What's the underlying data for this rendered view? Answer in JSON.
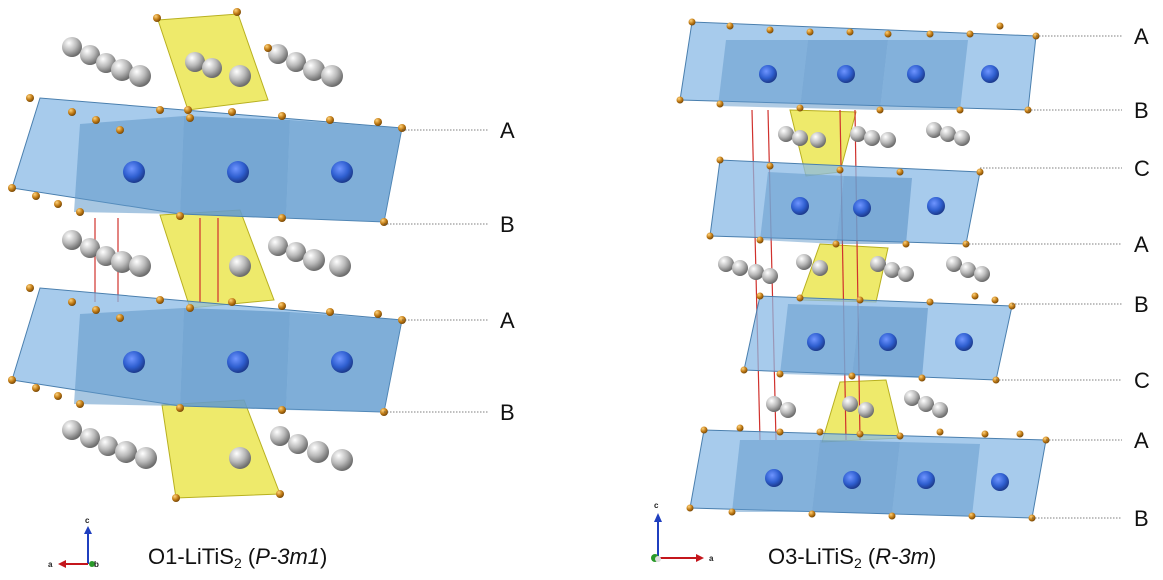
{
  "left_structure": {
    "caption": {
      "prefix": "O1-LiTiS",
      "sub": "2",
      "open": " (",
      "space_group": "P-3m1",
      "close": ")"
    },
    "stacking_labels": [
      "A",
      "B",
      "A",
      "B"
    ],
    "axes": {
      "c": "c",
      "a": "a",
      "b": "b"
    }
  },
  "right_structure": {
    "caption": {
      "prefix": "O3-LiTiS",
      "sub": "2",
      "open": " (",
      "space_group": "R-3m",
      "close": ")"
    },
    "stacking_labels": [
      "A",
      "B",
      "C",
      "A",
      "B",
      "C",
      "A",
      "B"
    ],
    "axes": {
      "c": "c",
      "a": "a"
    }
  },
  "colors": {
    "octahedron_fill": "#6fa8dc",
    "octahedron_dark": "#3d6f99",
    "ti_atom": "#2f5fd0",
    "s_atom": "#b8741a",
    "li_atom": "#b7b7b7",
    "li_polyhedron": "#e8e33a",
    "cell_edge": "#d0312d",
    "axis_c": "#1f3fbf",
    "axis_a": "#c4161c",
    "axis_b": "#2a9a2a"
  }
}
